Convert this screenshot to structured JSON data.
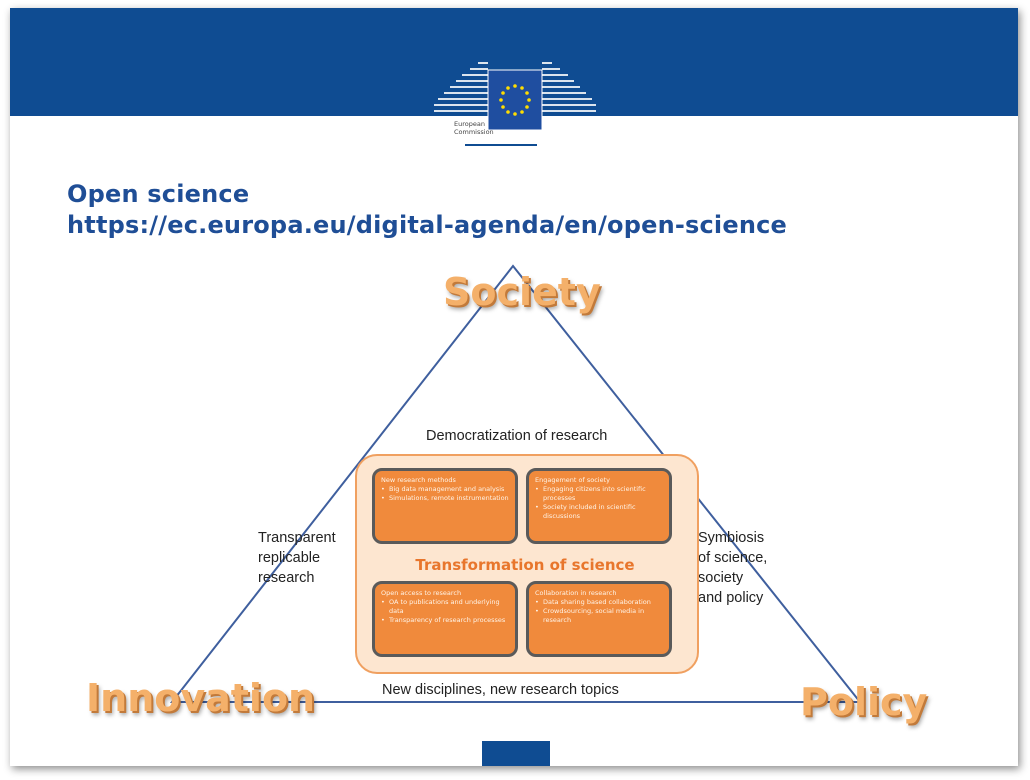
{
  "header": {
    "org_name_line1": "European",
    "org_name_line2": "Commission",
    "colors": {
      "banner": "#0f4c92",
      "flag_stars": "#ffdd00"
    }
  },
  "title": {
    "line1": "Open science",
    "line2": "https://ec.europa.eu/digital-agenda/en/open-science"
  },
  "diagram": {
    "corners": {
      "top": "Society",
      "bottom_left": "Innovation",
      "bottom_right": "Policy"
    },
    "top_edge_label": "Democratization of research",
    "left_label": [
      "Transparent",
      "replicable",
      "research"
    ],
    "right_label": [
      "Symbiosis",
      "of science,",
      "society",
      "and policy"
    ],
    "bottom_label": "New disciplines, new research topics",
    "center_title": "Transformation of science",
    "boxes": [
      {
        "title": "New research methods",
        "items": [
          "Big data management and analysis",
          "Simulations, remote instrumentation"
        ]
      },
      {
        "title": "Engagement of society",
        "items": [
          "Engaging citizens into scientific processes",
          "Society included in scientific discussions"
        ]
      },
      {
        "title": "Open access to research",
        "items": [
          "OA to publications and underlying data",
          "Transparency of research processes"
        ]
      },
      {
        "title": "Collaboration in research",
        "items": [
          "Data sharing based collaboration",
          "Crowdsourcing, social media in research"
        ]
      }
    ],
    "colors": {
      "triangle": "#3f5f9e",
      "corner_text": "#f4b06a",
      "box_fill": "#f08a3c",
      "outer_fill": "#fde6d0",
      "center_title": "#e8762c"
    }
  }
}
